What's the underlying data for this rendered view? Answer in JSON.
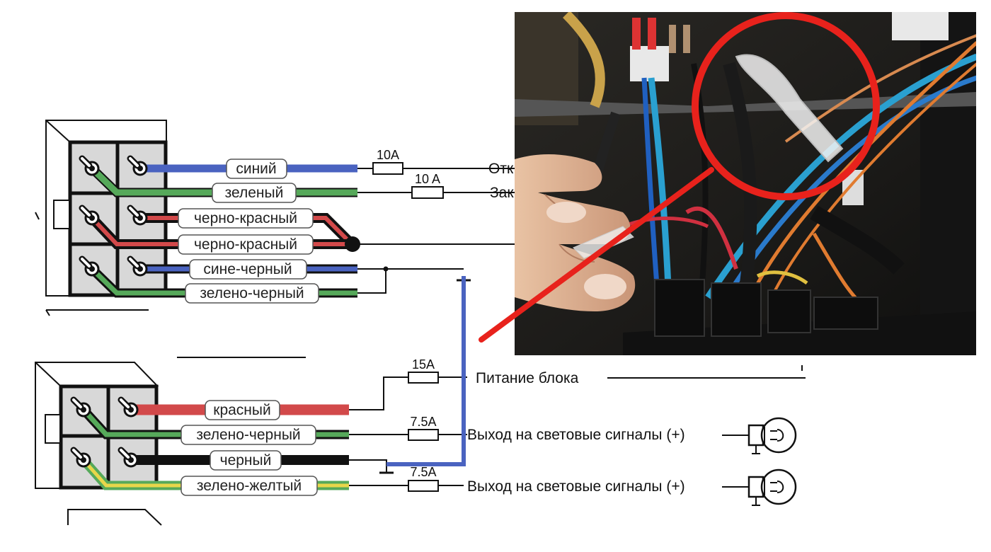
{
  "colors": {
    "blue": "#4a63c0",
    "green": "#56a95a",
    "red": "#d2494a",
    "black": "#111111",
    "yellow": "#e8d64a",
    "terminal_bg": "#d8d8d8",
    "callout_red": "#e8221c",
    "ground_bus_blue": "#4a63c0"
  },
  "connector_top": {
    "wires": [
      {
        "label": "синий",
        "color": "blue"
      },
      {
        "label": "зеленый",
        "color": "green"
      },
      {
        "label": "черно-красный",
        "color": "red"
      },
      {
        "label": "черно-красный",
        "color": "red"
      },
      {
        "label": "сине-черный",
        "color": "blue"
      },
      {
        "label": "зелено-черный",
        "color": "green"
      }
    ],
    "fuses": [
      {
        "label": "10A"
      },
      {
        "label": "10 A"
      }
    ],
    "outputs": [
      {
        "label": "Отк"
      },
      {
        "label": "Зак"
      }
    ]
  },
  "connector_bottom": {
    "wires": [
      {
        "label": "красный",
        "color": "red"
      },
      {
        "label": "зелено-черный",
        "color": "green"
      },
      {
        "label": "черный",
        "color": "black"
      },
      {
        "label": "зелено-желтый",
        "color": "yellow"
      }
    ],
    "fuses": [
      {
        "label": "15A"
      },
      {
        "label": "7.5A"
      },
      {
        "label": "7.5A"
      }
    ],
    "outputs": [
      {
        "label": "Питание блока"
      },
      {
        "label": "Выход на световые сигналы (+)",
        "icon": "bulb-icon"
      },
      {
        "label": "Выход на световые сигналы (+)",
        "icon": "bulb-icon"
      }
    ]
  },
  "photo": {
    "subject": "car wiring harness with highlighted connector",
    "callout": "red-circle-with-pointer"
  }
}
